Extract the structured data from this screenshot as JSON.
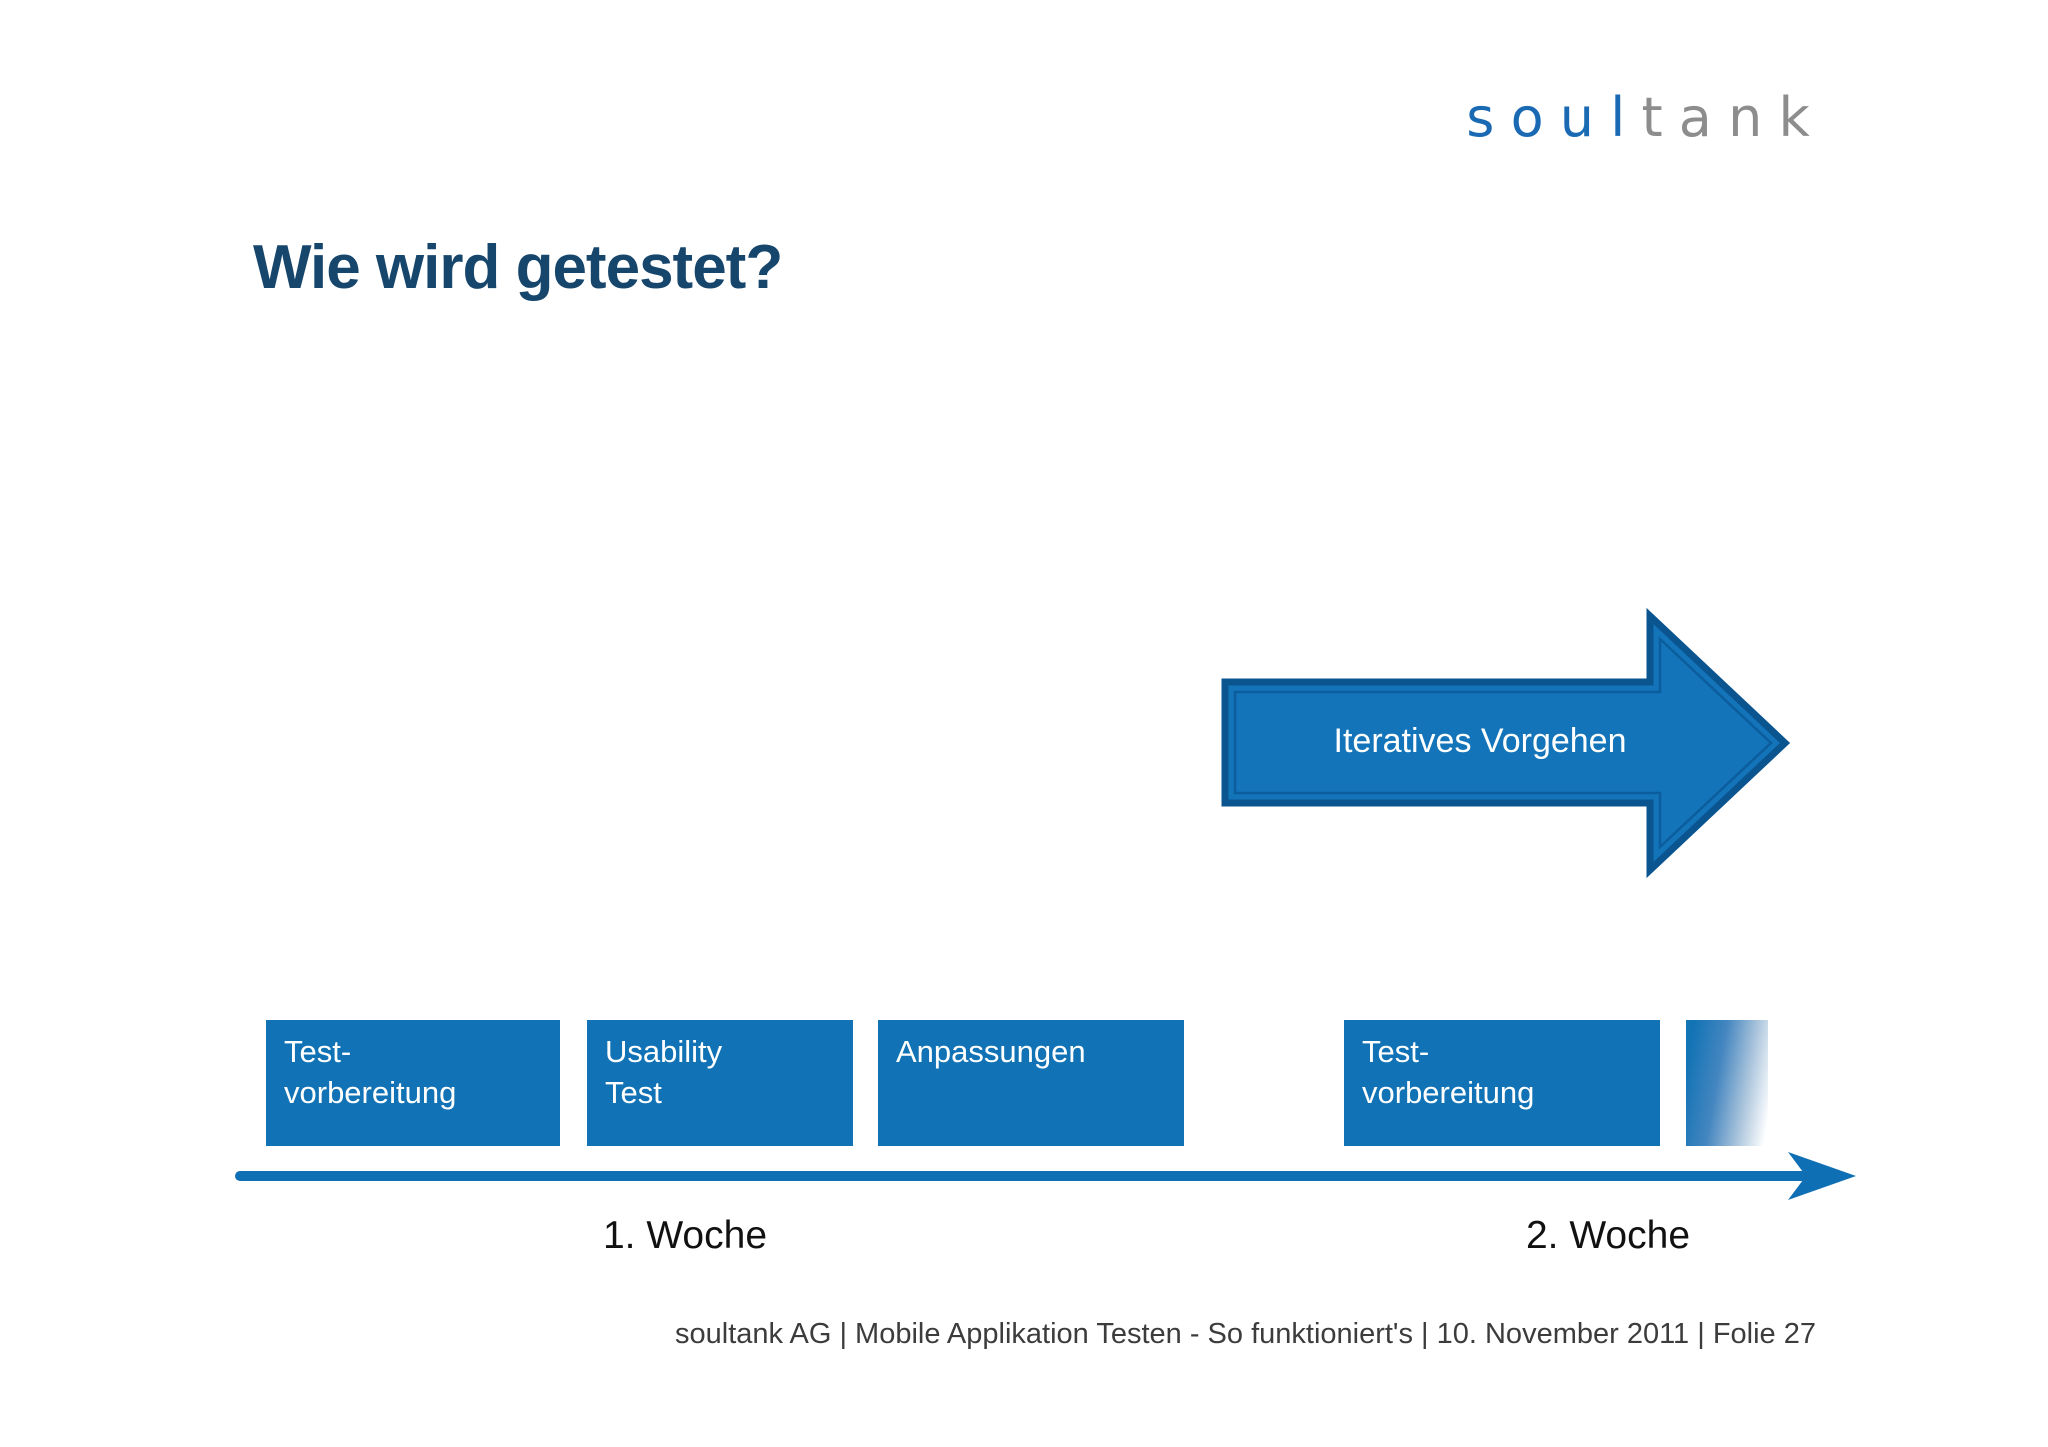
{
  "slide": {
    "logo": {
      "soul": "soul",
      "tank": "tank"
    },
    "title": "Wie wird getestet?",
    "iterative_arrow": {
      "label": "Iteratives Vorgehen"
    },
    "timeline": {
      "boxes": [
        {
          "line1": "Test-",
          "line2": "vorbereitung"
        },
        {
          "line1": "Usability",
          "line2": "Test"
        },
        {
          "line1": "Anpassungen",
          "line2": ""
        },
        {
          "line1": "Test-",
          "line2": "vorbereitung"
        }
      ],
      "week1_label": "1. Woche",
      "week2_label": "2. Woche"
    },
    "footer": "soultank AG | Mobile Applikation Testen - So funktioniert's | 10. November 2011 | Folie 27",
    "colors": {
      "box_blue": "#1172b5",
      "arrow_fill": "#1474b9",
      "arrow_border": "#0a5490",
      "timeline_blue": "#0f6fb5",
      "title_navy": "#17466d",
      "logo_blue": "#1a6ab3",
      "logo_gray": "#8d8d8d",
      "footer_gray": "#3c3c3c"
    }
  }
}
